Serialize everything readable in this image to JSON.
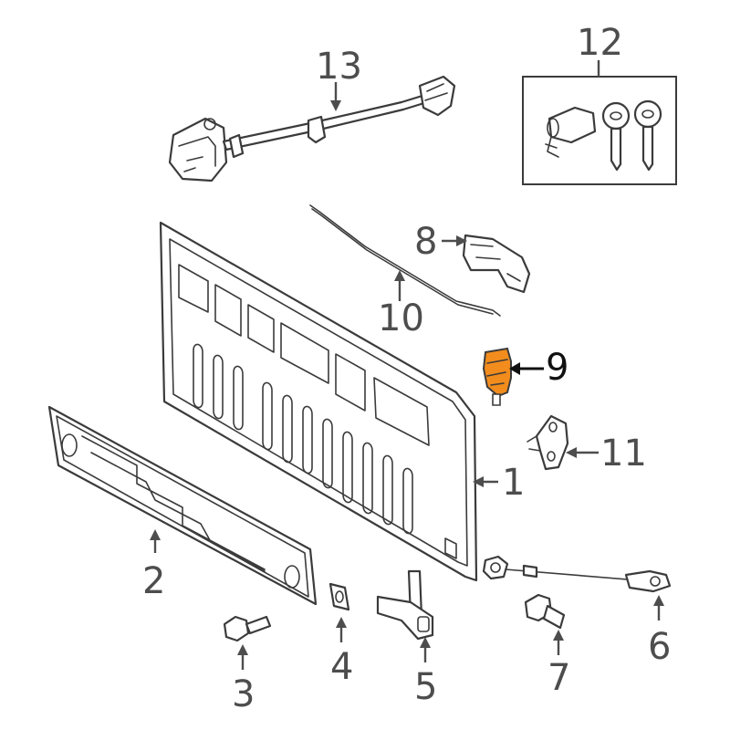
{
  "diagram": {
    "type": "exploded-parts-diagram",
    "highlight_color": "#f28c1c",
    "line_color": "#3b3b3b",
    "callouts": [
      {
        "id": "1",
        "label": "1"
      },
      {
        "id": "2",
        "label": "2"
      },
      {
        "id": "3",
        "label": "3"
      },
      {
        "id": "4",
        "label": "4"
      },
      {
        "id": "5",
        "label": "5"
      },
      {
        "id": "6",
        "label": "6"
      },
      {
        "id": "7",
        "label": "7"
      },
      {
        "id": "8",
        "label": "8"
      },
      {
        "id": "9",
        "label": "9",
        "highlighted": true
      },
      {
        "id": "10",
        "label": "10"
      },
      {
        "id": "11",
        "label": "11"
      },
      {
        "id": "12",
        "label": "12"
      },
      {
        "id": "13",
        "label": "13"
      }
    ]
  }
}
